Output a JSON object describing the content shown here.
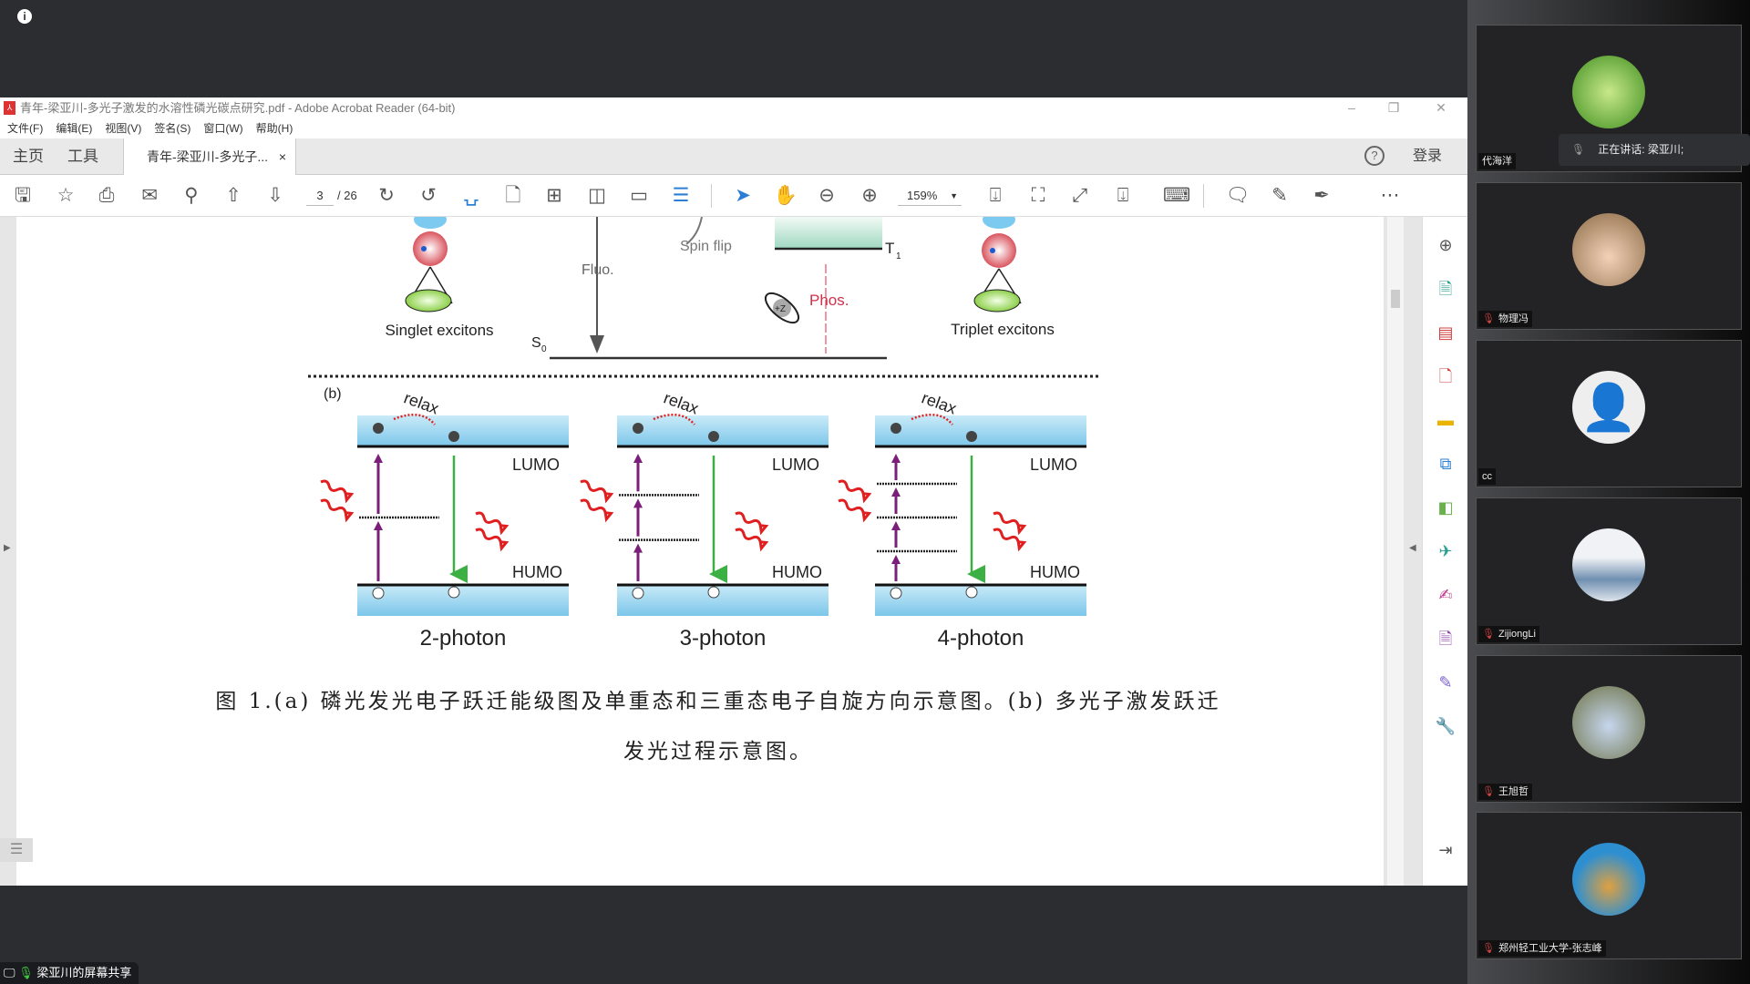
{
  "window": {
    "title": "青年-梁亚川-多光子激发的水溶性磷光碳点研究.pdf - Adobe Acrobat Reader (64-bit)",
    "pdf_icon": "pdf-icon"
  },
  "menu": [
    "文件(F)",
    "编辑(E)",
    "视图(V)",
    "签名(S)",
    "窗口(W)",
    "帮助(H)"
  ],
  "tabs": {
    "home": "主页",
    "tools": "工具",
    "doc": "青年-梁亚川-多光子...",
    "close": "×",
    "login": "登录",
    "help": "?"
  },
  "toolbar": {
    "page": "3",
    "total": "/ 26",
    "zoom": "159%"
  },
  "figure": {
    "a": {
      "singlet": "Singlet excitons",
      "triplet": "Triplet excitons",
      "fluo": "Fluo.",
      "phos": "Phos.",
      "spin_flip": "Spin flip",
      "s0": "S",
      "s0_sub": "0",
      "t1": "T",
      "t1_sub": "1",
      "z": "+Z"
    },
    "b": {
      "label": "(b)",
      "relax": "relax",
      "lumo": "LUMO",
      "humo": "HUMO",
      "panels": [
        "2-photon",
        "3-photon",
        "4-photon"
      ]
    },
    "caption_line1": "图 1.(a) 磷光发光电子跃迁能级图及单重态和三重态电子自旋方向示意图。(b) 多光子激发跃迁",
    "caption_line2": "发光过程示意图。"
  },
  "meeting": {
    "speaking": "正在讲话: 梁亚川;",
    "participants": [
      "代海洋",
      "物理冯",
      "cc",
      "ZijiongLi",
      "王旭哲",
      "郑州轻工业大学-张志峰"
    ],
    "share": "梁亚川的屏幕共享"
  },
  "colors": {
    "accent": "#2d7fd6",
    "band": "#8fd0ee",
    "green_arrow": "#3cb043",
    "purple_arrow": "#7b1f7a",
    "red": "#e02020"
  }
}
